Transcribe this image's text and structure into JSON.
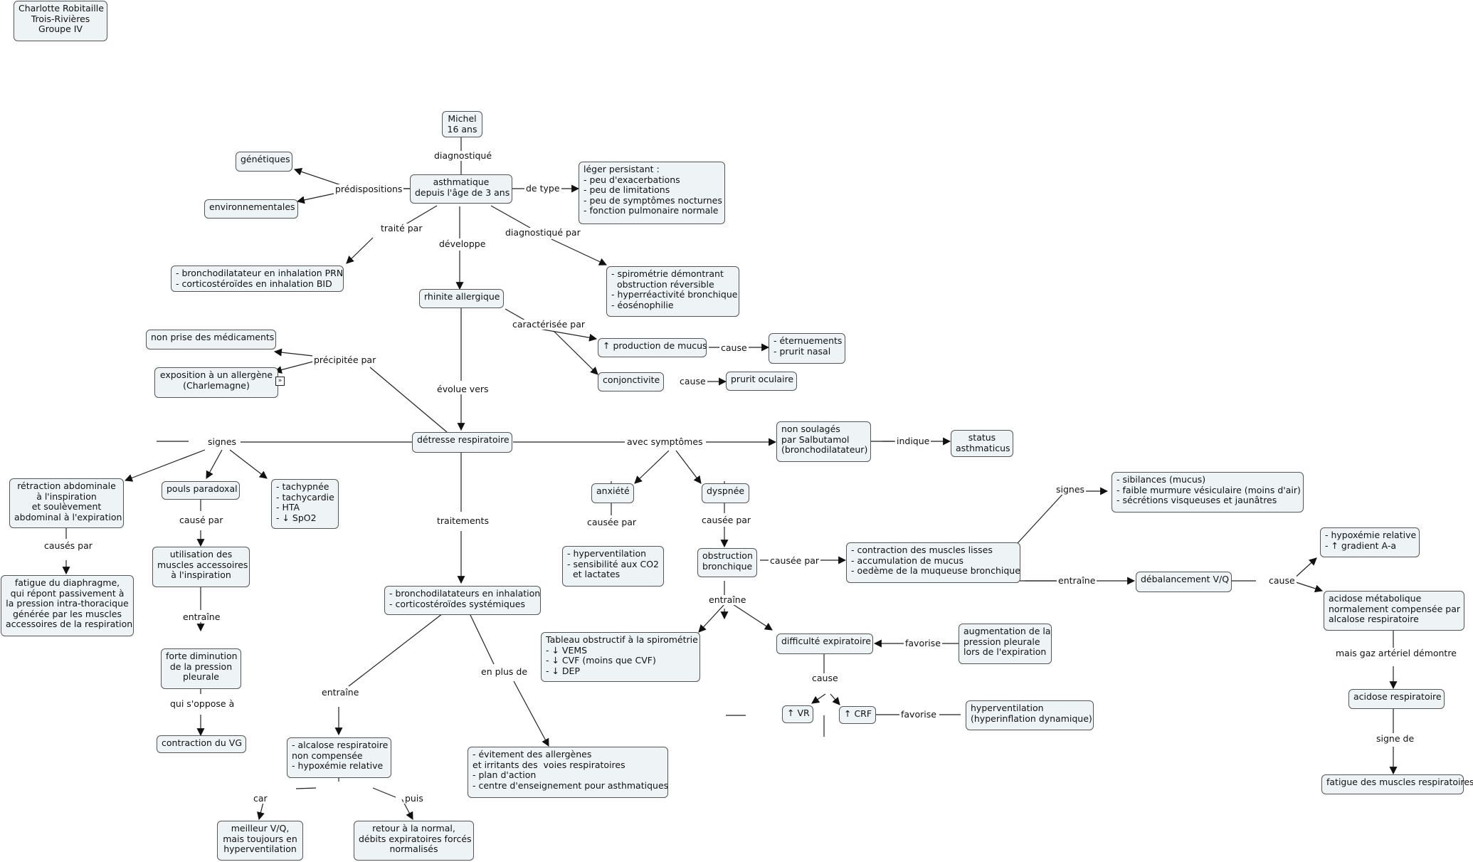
{
  "nodes": {
    "author": "Charlotte Robitaille\nTrois-Rivières\nGroupe IV",
    "michel": "Michel\n16 ans",
    "asthmatique": "asthmatique\ndepuis l'âge de 3 ans",
    "genetiques": "génétiques",
    "environnementales": "environnementales",
    "leger": "léger persistant :\n- peu d'exacerbations\n- peu de limitations\n- peu de symptômes nocturnes\n- fonction pulmonaire normale",
    "broncho_prn": "- bronchodilatateur en inhalation PRN\n- corticostéroïdes en inhalation BID",
    "spirometrie": "- spirométrie démontrant\n  obstruction réversible\n- hyperréactivité bronchique\n- éosénophilie",
    "rhinite": "rhinite allergique",
    "non_prise": "non prise des médicaments",
    "exposition": "exposition à un allergène\n(Charlemagne)",
    "production_mucus": "↑ production de mucus",
    "eternuements": "- éternuements\n- prurit nasal",
    "conjonctivite": "conjonctivite",
    "prurit_oculaire": "prurit oculaire",
    "detresse": "détresse respiratoire",
    "non_soulages": "non soulagés\npar Salbutamol\n(bronchodilatateur)",
    "status": "status\nasthmaticus",
    "retraction": "rétraction abdominale\nà l'inspiration\net soulèvement\nabdominal à l'expiration",
    "pouls": "pouls paradoxal",
    "tachypnee": "- tachypnée\n- tachycardie\n- HTA\n- ↓ SpO2",
    "anxiete": "anxiété",
    "dyspnee": "dyspnée",
    "sibilances": "- sibilances (mucus)\n- faible murmure vésiculaire (moins d'air)\n- sécrétions visqueuses et jaunâtres",
    "hypoxemie_rel": "- hypoxémie relative\n- ↑ gradient A-a",
    "fatigue_diaphragme": "fatigue du diaphragme,\nqui répont passivement à\nla pression intra-thoracique\ngénérée par les muscles\naccessoires de la respiration",
    "utilisation": "utilisation des\nmuscles accessoires\nà l'inspiration",
    "hyperventilation_co2": "- hyperventilation\n- sensibilité aux CO2\n  et lactates",
    "obstruction": "obstruction\nbronchique",
    "contraction_lisses": "- contraction des muscles lisses\n- accumulation de mucus\n- oedème de la muqueuse bronchique",
    "desequilibre": "débalancement V/Q",
    "acidose_meta": "acidose métabolique\nnormalement compensée par\nalcalose respiratoire",
    "traitements_box": "- bronchodilatateurs en inhalation\n- corticostéroïdes systémiques",
    "forte_diminution": "forte diminution\nde la pression\npleurale",
    "tableau": "Tableau obstructif à la spirométrie\n- ↓ VEMS\n- ↓ CVF (moins que CVF)\n- ↓ DEP",
    "difficulte": "difficulté expiratoire",
    "augmentation": "augmentation de la\npression pleurale\nlors de l'expiration",
    "acidose_resp": "acidose respiratoire",
    "contraction_vg": "contraction du VG",
    "vr": "↑ VR",
    "crf": "↑ CRF",
    "hyperinflation": "hyperventilation\n(hyperinflation dynamique)",
    "alcalose": "- alcalose respiratoire\nnon compensée\n- hypoxémie relative",
    "evitement": "- évitement des allergènes\net irritants des  voies respiratoires\n- plan d'action\n- centre d'enseignement pour asthmatiques",
    "fatigue_muscles": "fatigue des muscles respiratoires",
    "meilleur": "meilleur V/Q,\nmais toujours en\nhyperventilation",
    "retour": "retour à la normal,\ndébits expiratoires forcés\nnormalisés"
  },
  "labels": {
    "diagnostique": "diagnostiqué",
    "predispositions": "prédispositions",
    "de_type": "de type",
    "traite_par": "traité par",
    "developpe": "développe",
    "diagnostique_par": "diagnostiqué par",
    "caracterisee_par": "caractérisée par",
    "cause_1": "cause",
    "cause_2": "cause",
    "precipitee_par": "précipitée par",
    "evolue_vers": "évolue vers",
    "signes_1": "signes",
    "avec_symptomes": "avec symptômes",
    "indique": "indique",
    "signes_2": "signes",
    "causes_par": "causés par",
    "cause_par": "causé par",
    "causee_par_1": "causée par",
    "causee_par_2": "causée par",
    "causee_par_3": "causée par",
    "traitements": "traitements",
    "entraine_1": "entraîne",
    "entraine_2": "entraîne",
    "entraine_3": "entraîne",
    "entraine_4": "entraîne",
    "cause_3": "cause",
    "mais_gaz": "mais gaz artériel démontre",
    "favorise_1": "favorise",
    "en_plus_de": "en plus de",
    "qui_soppose": "qui s'oppose à",
    "cause_4": "cause",
    "favorise_2": "favorise",
    "signe_de": "signe de",
    "car": "car",
    "puis": "puis"
  }
}
